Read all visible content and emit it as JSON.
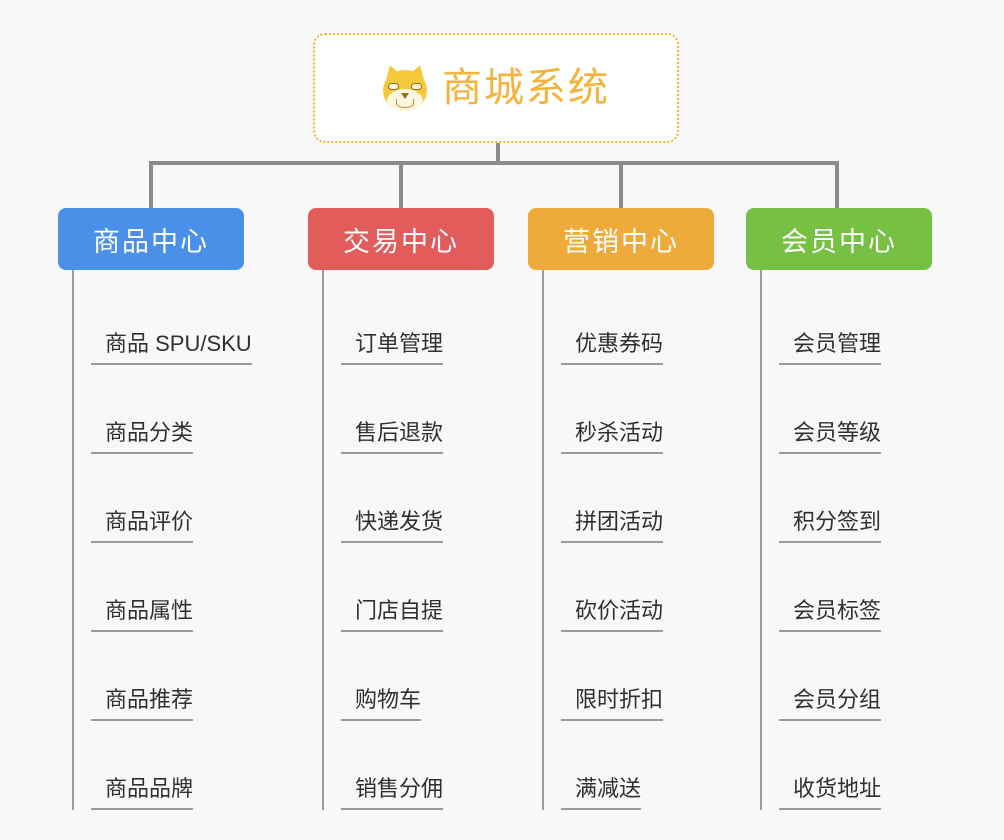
{
  "page": {
    "background_color": "#f8f8f8",
    "line_color": "#8c8c8c",
    "leaf_line_color": "#9b9b9b",
    "leaf_text_color": "#2e3033"
  },
  "root": {
    "title": "商城系统",
    "icon": "shiba-dog-face-icon",
    "text_color": "#f3b33d",
    "border_color": "#f0b429",
    "background_color": "#ffffff"
  },
  "columns": [
    {
      "title": "商品中心",
      "color": "#4a90e8",
      "items": [
        "商品 SPU/SKU",
        "商品分类",
        "商品评价",
        "商品属性",
        "商品推荐",
        "商品品牌"
      ]
    },
    {
      "title": "交易中心",
      "color": "#e25c5c",
      "items": [
        "订单管理",
        "售后退款",
        "快递发货",
        "门店自提",
        "购物车",
        "销售分佣"
      ]
    },
    {
      "title": "营销中心",
      "color": "#eeab3b",
      "items": [
        "优惠券码",
        "秒杀活动",
        "拼团活动",
        "砍价活动",
        "限时折扣",
        "满减送"
      ]
    },
    {
      "title": "会员中心",
      "color": "#76c043",
      "items": [
        "会员管理",
        "会员等级",
        "积分签到",
        "会员标签",
        "会员分组",
        "收货地址"
      ]
    }
  ]
}
